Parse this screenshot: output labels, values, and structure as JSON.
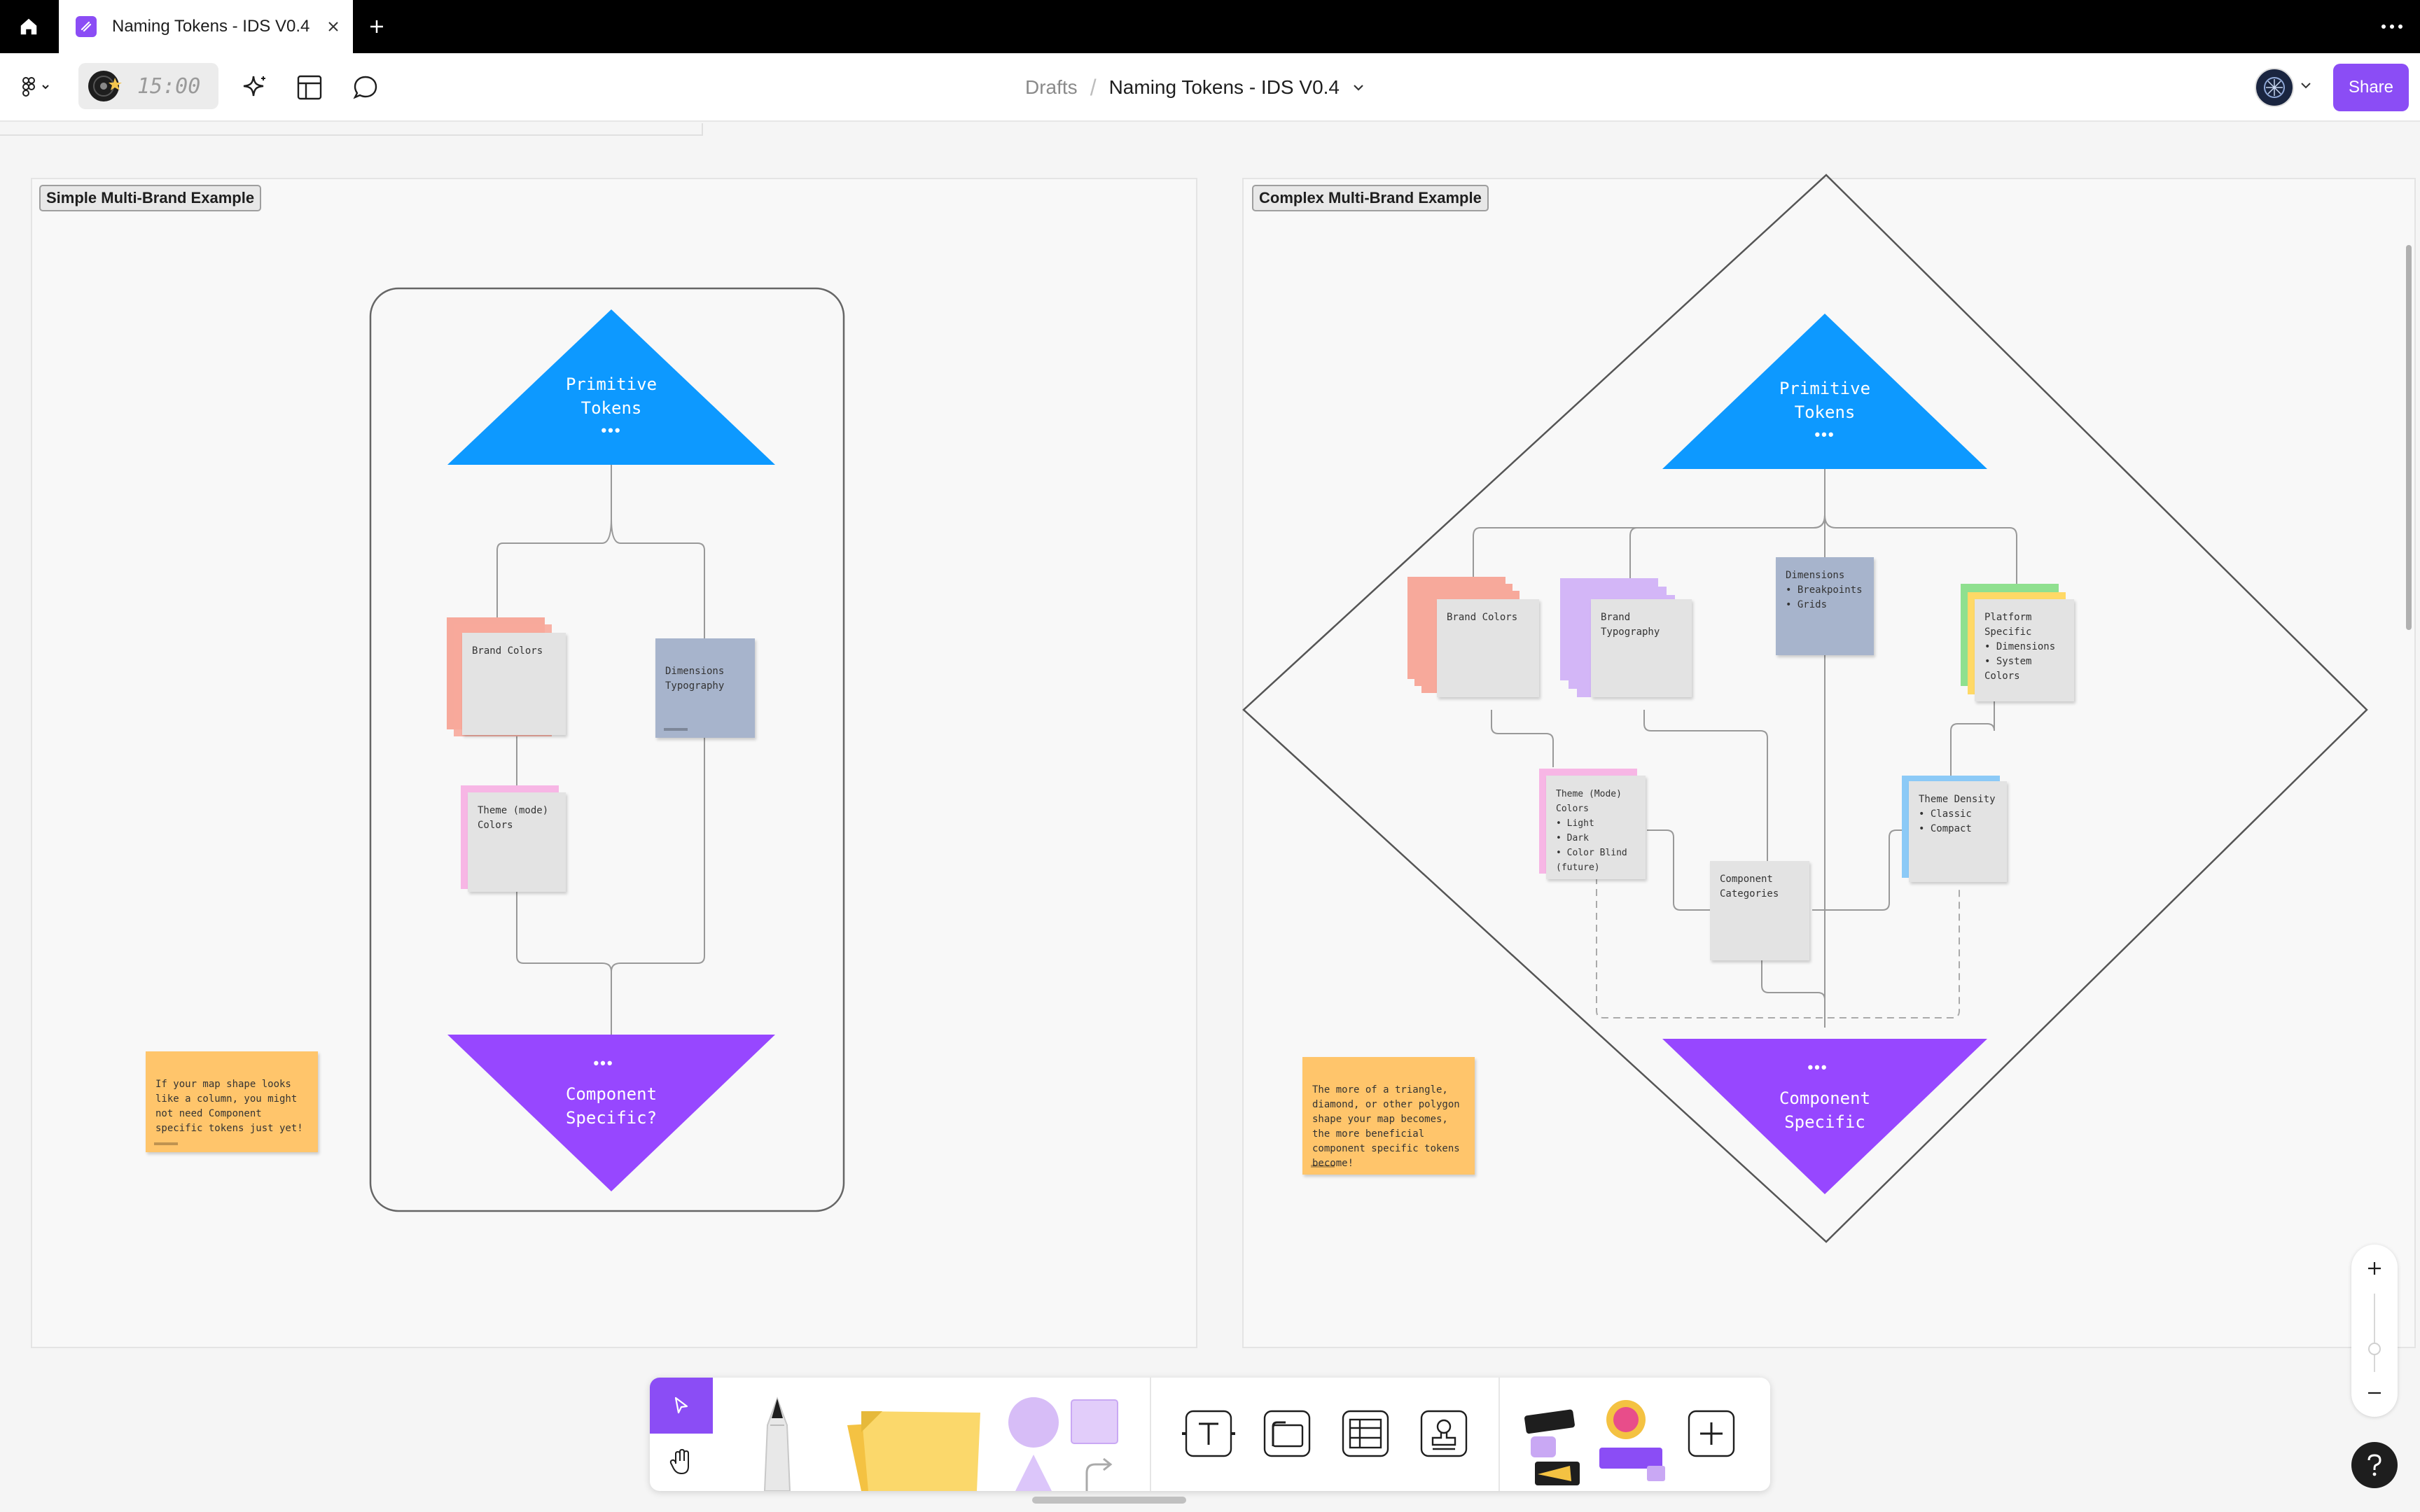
{
  "tab": {
    "title": "Naming Tokens - IDS V0.4"
  },
  "toolbar": {
    "timer": "15:00",
    "breadcrumb_root": "Drafts",
    "breadcrumb_sep": "/",
    "file_name": "Naming Tokens - IDS V0.4",
    "share_label": "Share"
  },
  "simple": {
    "label": "Simple Multi-Brand Example",
    "primitive": "Primitive\nTokens",
    "dots_top": "•••",
    "brand_colors": "Brand Colors",
    "dimensions": "Dimensions\nTypography",
    "theme": "Theme (mode)\nColors",
    "dots_bottom": "•••",
    "component": "Component\nSpecific?",
    "note": "If your map shape looks\nlike a column, you might\nnot need Component\nspecific tokens just yet!"
  },
  "complex": {
    "label": "Complex Multi-Brand Example",
    "primitive": "Primitive\nTokens",
    "dots_top": "•••",
    "brand_colors": "Brand Colors",
    "brand_typography": "Brand\nTypography",
    "dimensions": "Dimensions\n • Breakpoints\n • Grids",
    "platform": "Platform\nSpecific\n • Dimensions\n • System\n   Colors",
    "theme": "Theme (Mode)\nColors\n • Light\n • Dark\n • Color Blind\n   (future)",
    "component_categories": "Component\nCategories",
    "theme_density": "Theme Density\n • Classic\n • Compact",
    "dots_bottom": "•••",
    "component": "Component\nSpecific",
    "note": "The more of a triangle,\ndiamond, or other polygon\nshape your map becomes,\nthe more beneficial\ncomponent specific tokens\nbecome!"
  },
  "colors": {
    "accent": "#8b4df5",
    "primitive_blue": "#0d99ff",
    "component_purple": "#9747ff",
    "sticky_orange": "#ffc56b",
    "sticky_slate": "#a7b4cc",
    "stack_salmon": "#f7a99b",
    "stack_lavender": "#d3b6f7",
    "stack_pink": "#f7b6e5",
    "stack_green": "#8fe08f",
    "stack_yellow": "#ffd966",
    "stack_blue": "#8ccaf7"
  },
  "icons": {
    "home": "home-icon",
    "figma": "figma-menu-icon",
    "ai": "sparkle-icon",
    "layout": "layout-icon",
    "comment": "comment-icon"
  }
}
